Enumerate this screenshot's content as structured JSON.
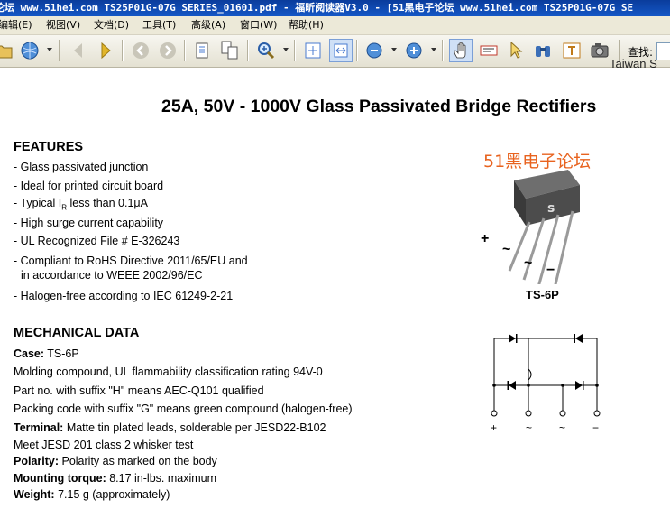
{
  "window": {
    "title": "论坛 www.51hei.com TS25P01G-07G SERIES_01601.pdf - 福昕阅读器V3.0 - [51黑电子论坛 www.51hei.com TS25P01G-07G SE"
  },
  "menu": [
    "编辑(E)",
    "视图(V)",
    "文档(D)",
    "工具(T)",
    "高级(A)",
    "窗口(W)",
    "帮助(H)"
  ],
  "toolbar": {
    "find_label": "查找:"
  },
  "document": {
    "header_fragment": "Taiwan S",
    "title": "25A, 50V - 1000V Glass Passivated Bridge Rectifiers",
    "features_heading": "FEATURES",
    "features": [
      "- Glass passivated junction",
      "- Ideal for printed circuit board",
      "- Typical I",
      "R",
      "less than 0.1μA",
      "- High surge current capability",
      "- UL Recognized File # E-326243",
      "- Compliant to RoHS Directive 2011/65/EU and",
      "  in accordance to WEEE 2002/96/EC",
      "- Halogen-free according to IEC 61249-2-21"
    ],
    "watermark": "51黑电子论坛",
    "package_label": "TS-6P",
    "pin_symbols": [
      "+",
      "~",
      "~",
      "−"
    ],
    "mech_heading": "MECHANICAL DATA",
    "mech": [
      {
        "k": "Case:",
        "v": " TS-6P"
      },
      {
        "k": "",
        "v": "Molding compound, UL flammability classification rating 94V-0"
      },
      {
        "k": "",
        "v": "Part no. with suffix \"H\" means AEC-Q101 qualified"
      },
      {
        "k": "",
        "v": "Packing code with suffix \"G\" means green compound (halogen-free)"
      },
      {
        "k": "Terminal:",
        "v": " Matte tin plated leads, solderable per JESD22-B102"
      },
      {
        "k": "",
        "v": "Meet JESD 201 class 2 whisker test"
      },
      {
        "k": "Polarity:",
        "v": " Polarity as marked on the body"
      },
      {
        "k": "Mounting torque:",
        "v": " 8.17 in-lbs. maximum"
      },
      {
        "k": "Weight:",
        "v": " 7.15 g (approximately)"
      }
    ],
    "schematic_pins": [
      "+",
      "~",
      "~",
      "−"
    ]
  }
}
